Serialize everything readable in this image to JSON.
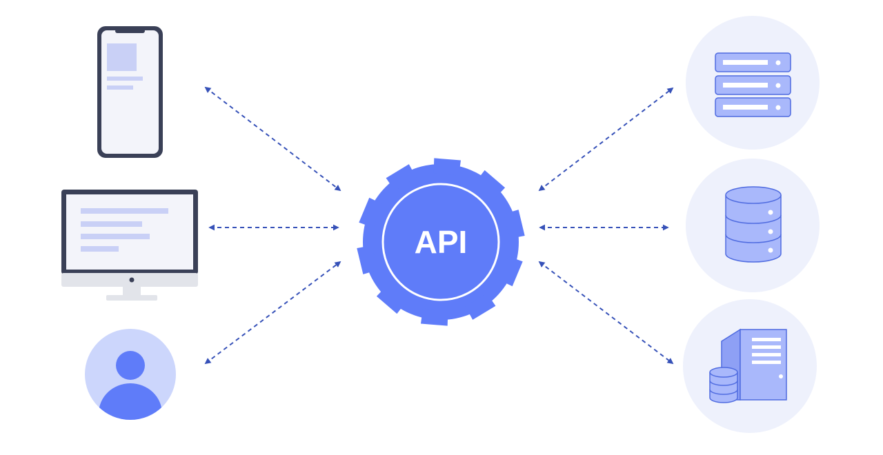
{
  "center": {
    "label": "API",
    "icon": "gear-icon"
  },
  "clients": [
    {
      "id": "mobile",
      "icon": "smartphone-icon"
    },
    {
      "id": "desktop",
      "icon": "monitor-icon"
    },
    {
      "id": "user",
      "icon": "user-avatar-icon"
    }
  ],
  "backends": [
    {
      "id": "servers",
      "icon": "server-rack-icon"
    },
    {
      "id": "database",
      "icon": "database-icon"
    },
    {
      "id": "datacenter",
      "icon": "server-database-icon"
    }
  ],
  "colors": {
    "accent": "#5f7cf9",
    "accent_light": "#a9b8fb",
    "accent_stroke": "#4f6be0",
    "circle_bg": "#eef1fc",
    "dark": "#3a4057",
    "screen": "#f3f4fa",
    "placeholder": "#c9d0f6",
    "arrow": "#3651b8"
  }
}
